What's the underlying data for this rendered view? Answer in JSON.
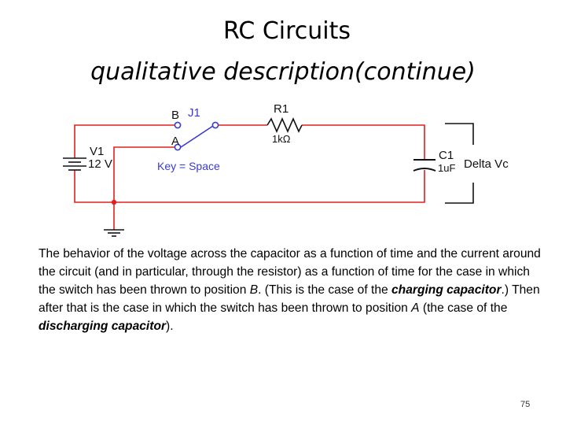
{
  "slide": {
    "title_line1": "RC Circuits",
    "title_line2": "qualitative description(continue)",
    "page_number": "75"
  },
  "circuit": {
    "switch_label": "J1",
    "pos_b": "B",
    "pos_a": "A",
    "key_label": "Key = Space",
    "battery_name": "V1",
    "battery_value": "12 V",
    "resistor_name": "R1",
    "resistor_value": "1kΩ",
    "capacitor_name": "C1",
    "capacitor_value": "1uF",
    "probe_label": "Delta Vc",
    "colors": {
      "wire": "#e02020",
      "switch": "#3a3ad0",
      "component": "#111111"
    }
  },
  "body": {
    "part1": "The behavior of the voltage across the capacitor as a function of time and the current around the circuit (and in particular, through the resistor) as a function of time for the case in which the switch has been thrown to position ",
    "pos_b": "B",
    "part2": ".  (This is the case of the ",
    "charging": "charging capacitor",
    "part3": ".) Then after that is the case in which the switch has been thrown to position ",
    "pos_a": "A",
    "part4": " (the case of the ",
    "discharging": "discharging capacitor",
    "part5": ")."
  }
}
